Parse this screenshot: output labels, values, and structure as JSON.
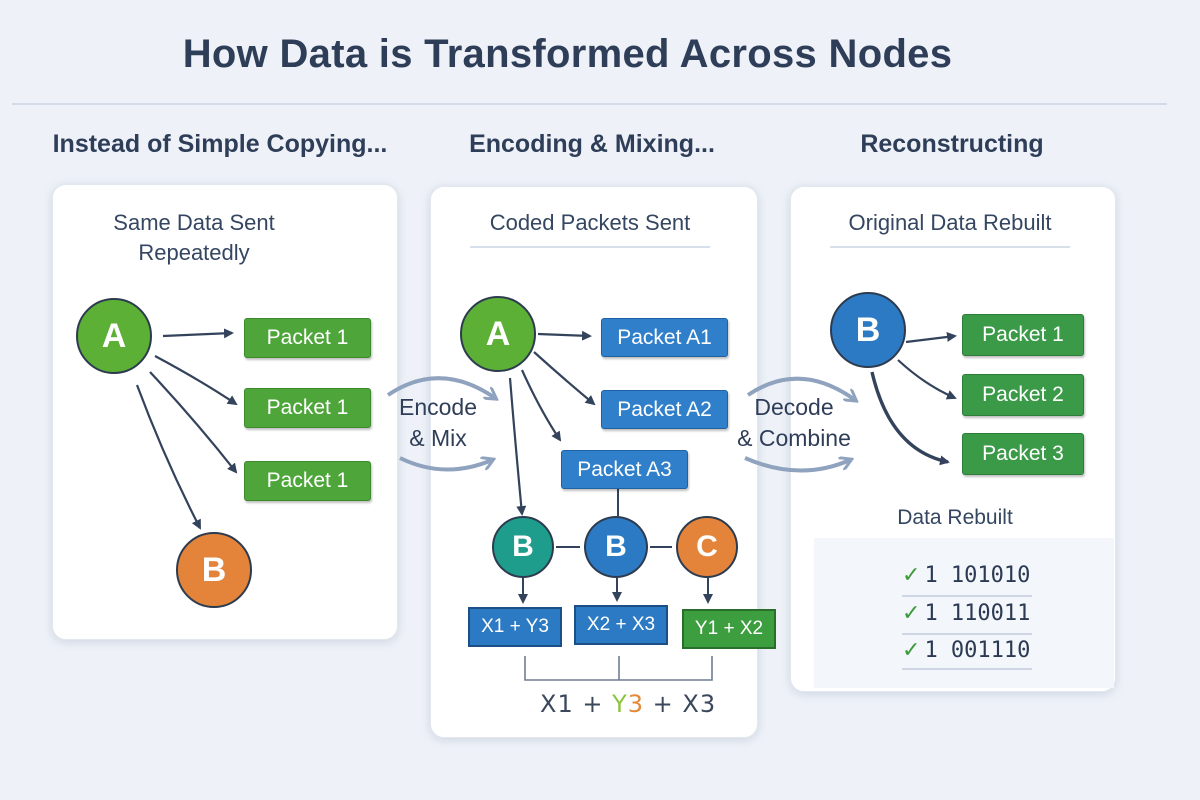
{
  "title": "How Data is Transformed Across Nodes",
  "columns": [
    {
      "heading": "Instead of Simple Copying...",
      "subtitle_line1": "Same Data Sent",
      "subtitle_line2": "Repeatedly"
    },
    {
      "heading": "Encoding & Mixing...",
      "subtitle": "Coded Packets Sent"
    },
    {
      "heading": "Reconstructing",
      "subtitle": "Original Data Rebuilt"
    }
  ],
  "copying": {
    "source_node": "A",
    "target_node": "B",
    "packets": [
      "Packet 1",
      "Packet 1",
      "Packet 1"
    ]
  },
  "transition1": {
    "line1": "Encode",
    "line2": "& Mix"
  },
  "encoding": {
    "source_node": "A",
    "packets": [
      "Packet A1",
      "Packet A2",
      "Packet A3"
    ],
    "receivers": [
      "B",
      "B",
      "C"
    ],
    "coded_packets": [
      "X1 + Y3",
      "X2 + X3",
      "Y1 + X2"
    ],
    "combined": {
      "part1": "X1",
      "plus1": " + ",
      "part2": "Y",
      "part3": "3",
      "plus2": " + ",
      "part4": "X3"
    }
  },
  "transition2": {
    "line1": "Decode",
    "line2": "& Combine"
  },
  "reconstructing": {
    "node": "B",
    "packets": [
      "Packet 1",
      "Packet 2",
      "Packet 3"
    ],
    "rebuilt_heading": "Data Rebuilt",
    "check_mark": "✓",
    "rows": [
      "1 101010",
      "1 110011",
      "1 001110"
    ]
  },
  "colors": {
    "green_node": "#5cb035",
    "orange_node": "#e3843a",
    "blue_node": "#2c7ac4",
    "teal_node": "#1e9c8c",
    "arrow": "#34435c"
  }
}
